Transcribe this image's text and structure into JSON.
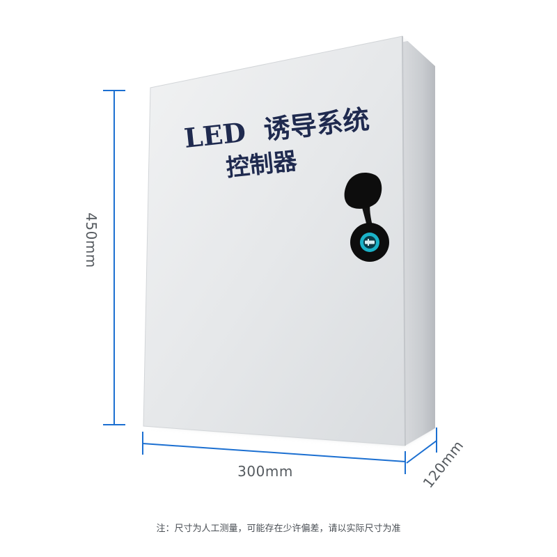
{
  "product": {
    "title_line1": "LED  诱导系统",
    "title_line2": "控制器"
  },
  "dimensions": {
    "height_label": "450mm",
    "width_label": "300mm",
    "depth_label": "120mm",
    "line_color": "#1b6fd1"
  },
  "note": "注：尺寸为人工测量，可能存在少许偏差，请以实际尺寸为准",
  "icons": {
    "lock": "cabinet-lock-icon",
    "key": "keyhole-icon"
  }
}
